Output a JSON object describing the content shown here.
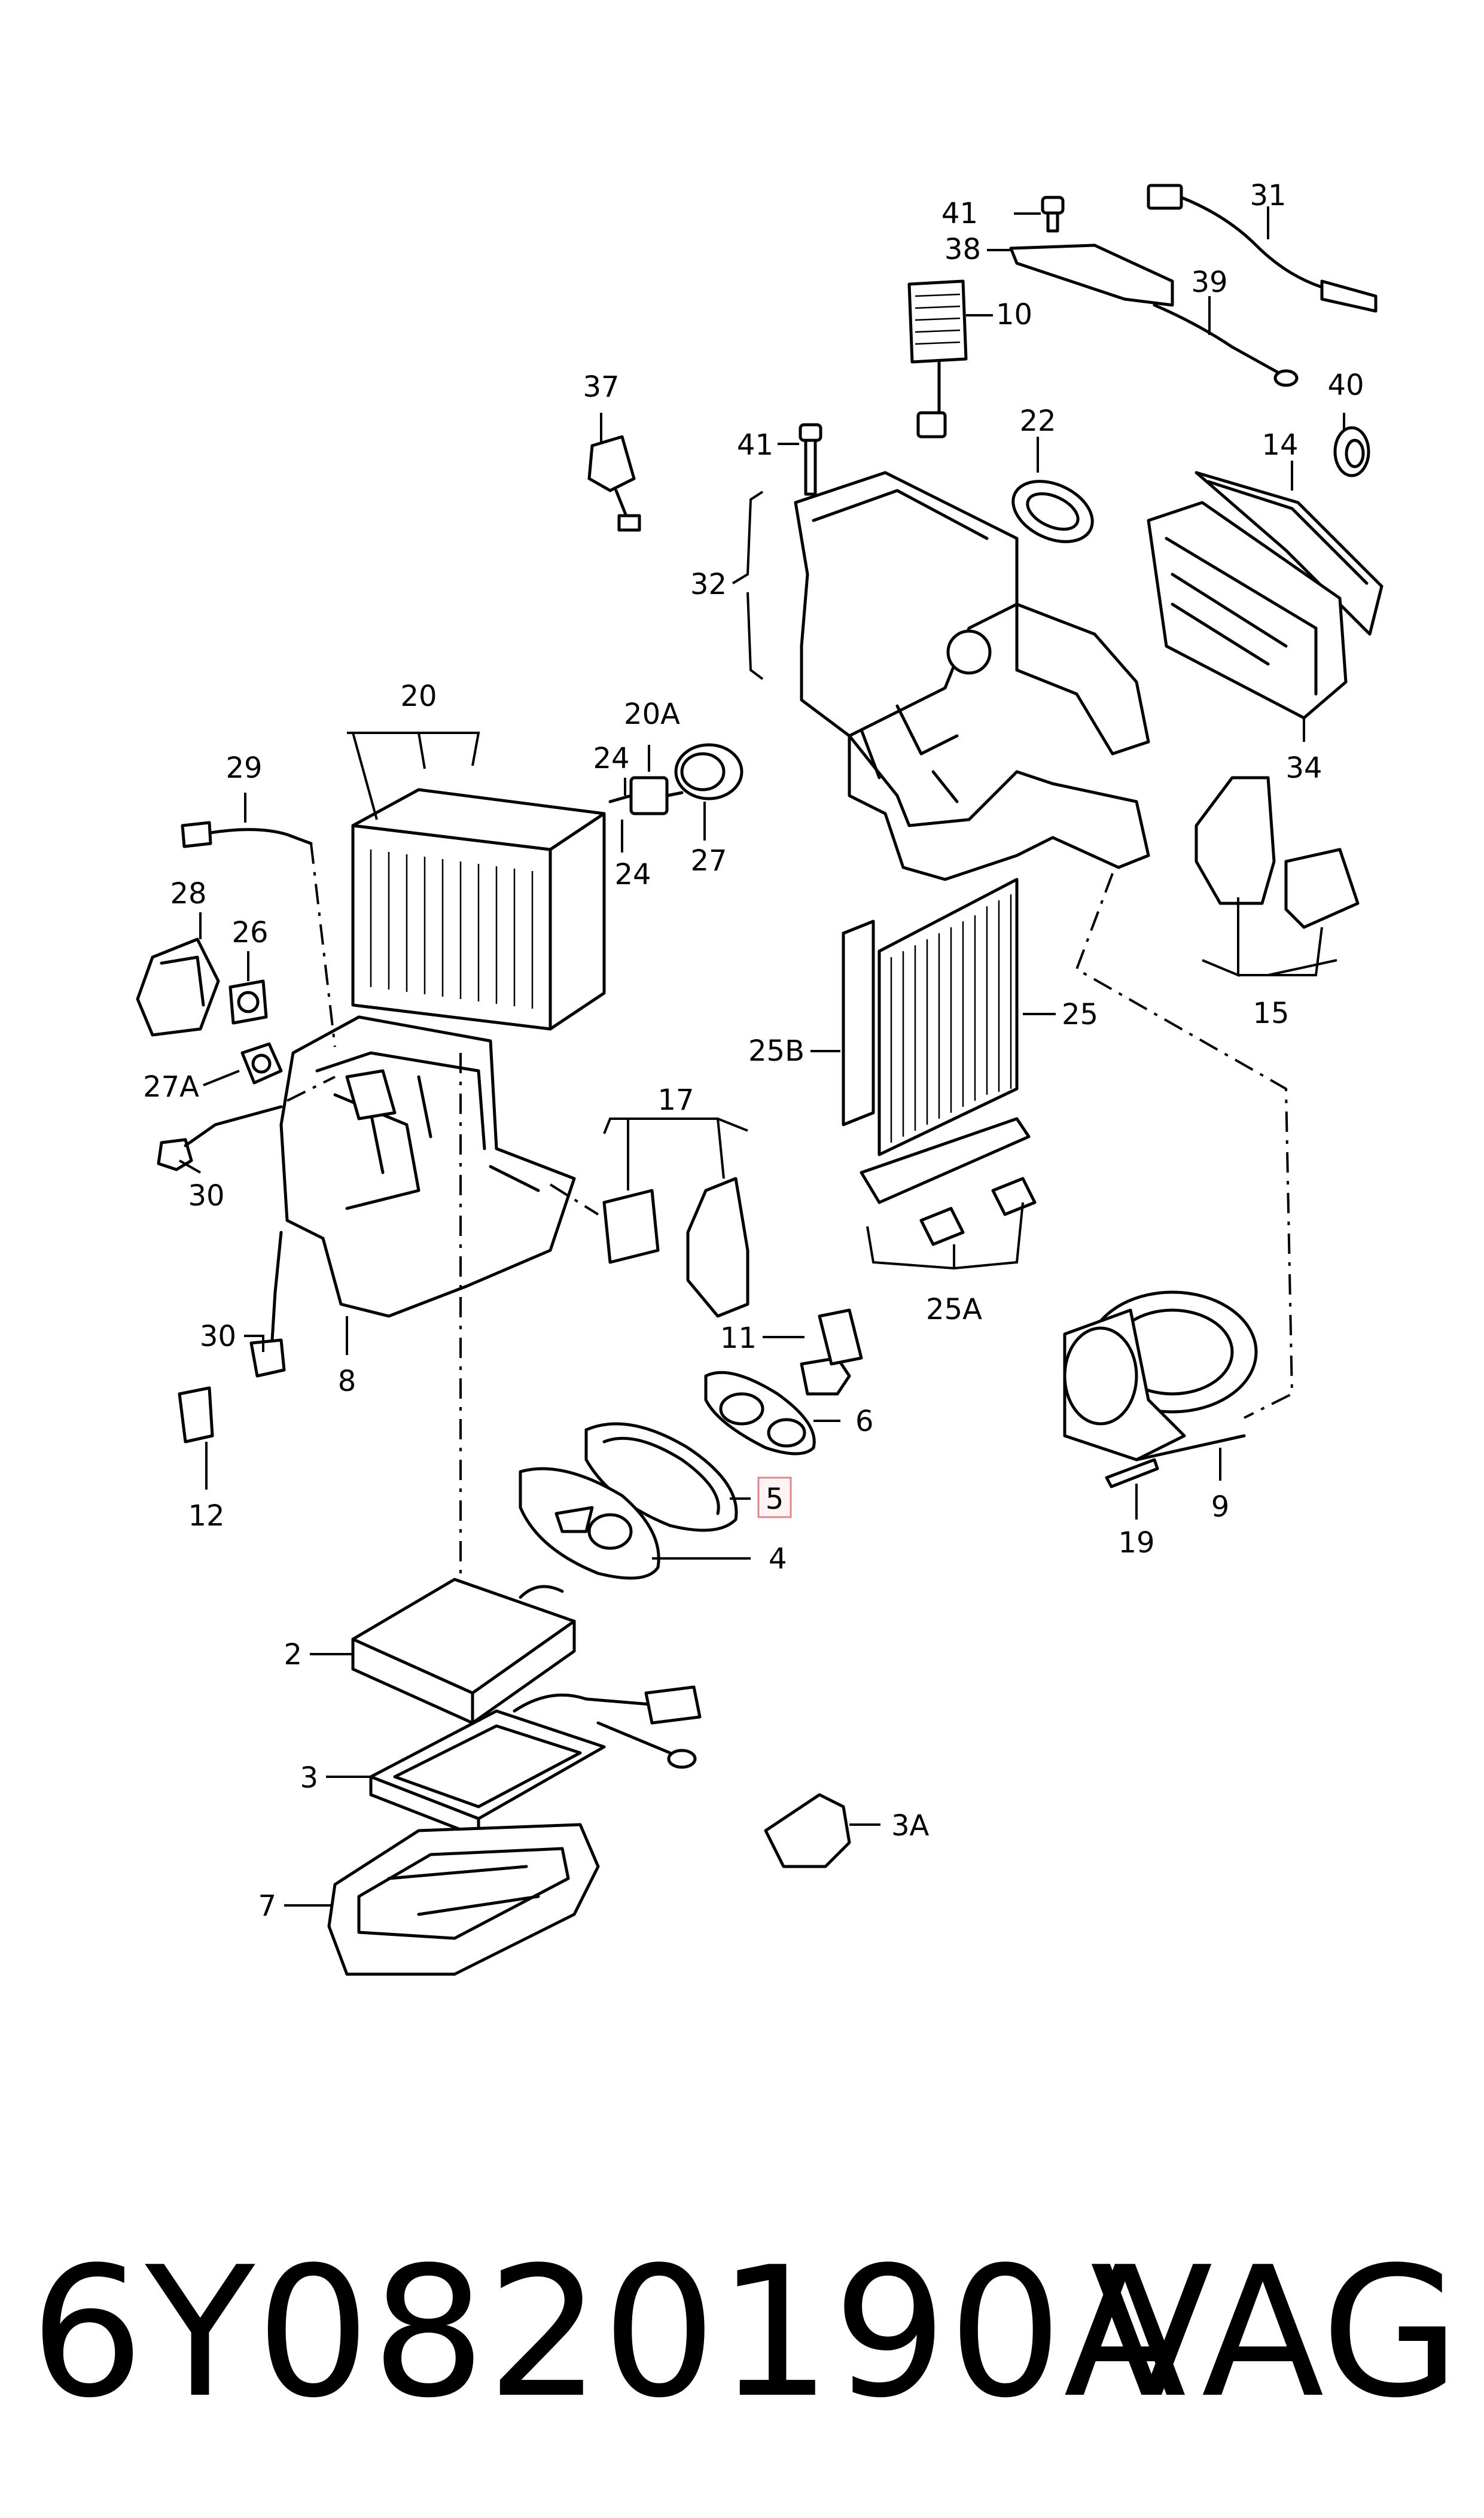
{
  "callouts": {
    "c41a": "41",
    "c38": "38",
    "c10": "10",
    "c31": "31",
    "c39": "39",
    "c37": "37",
    "c41b": "41",
    "c22": "22",
    "c40": "40",
    "c14": "14",
    "c32": "32",
    "c34": "34",
    "c20": "20",
    "c20A": "20A",
    "c24a": "24",
    "c24b": "24",
    "c27": "27",
    "c29": "29",
    "c28": "28",
    "c26": "26",
    "c27A": "27A",
    "c30a": "30",
    "c15": "15",
    "c25": "25",
    "c25B": "25B",
    "c17": "17",
    "c25A": "25A",
    "c30b": "30",
    "c8": "8",
    "c11": "11",
    "c6": "6",
    "c9": "9",
    "c12": "12",
    "c5": "5",
    "c4": "4",
    "c19": "19",
    "c2": "2",
    "c3": "3",
    "c3A": "3A",
    "c7": "7"
  },
  "highlighted_callout": "5",
  "highlight_color": "#d98a8a",
  "footer": {
    "part_number": "6Y0820190A",
    "brand": "VAG"
  }
}
